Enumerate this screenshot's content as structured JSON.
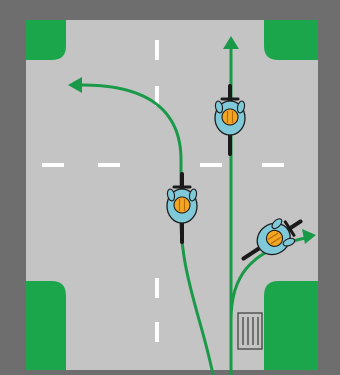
{
  "diagram": {
    "type": "road-intersection-illustration",
    "colors": {
      "frame": "#6e6e6e",
      "road": "#c4c4c4",
      "corner_grass": "#1ca64c",
      "path_line": "#1a9a48",
      "lane_marking": "#ffffff",
      "rider_shirt": "#7fc9d9",
      "rider_helmet": "#f2a623",
      "bike": "#1a1a1a"
    },
    "elements": {
      "corners": [
        "top-left",
        "top-right",
        "bottom-left",
        "bottom-right"
      ],
      "paths": [
        {
          "id": "left-turn",
          "direction": "left",
          "icon": "arrow-left-icon"
        },
        {
          "id": "straight",
          "direction": "up",
          "icon": "arrow-up-icon"
        },
        {
          "id": "right-turn",
          "direction": "right",
          "icon": "arrow-right-icon"
        }
      ],
      "cyclists": [
        {
          "id": "cyclist-straight",
          "icon": "cyclist-icon"
        },
        {
          "id": "cyclist-left-turn",
          "icon": "cyclist-icon"
        },
        {
          "id": "cyclist-right-turn",
          "icon": "cyclist-icon"
        }
      ],
      "drain": {
        "icon": "drain-grate-icon"
      }
    }
  }
}
